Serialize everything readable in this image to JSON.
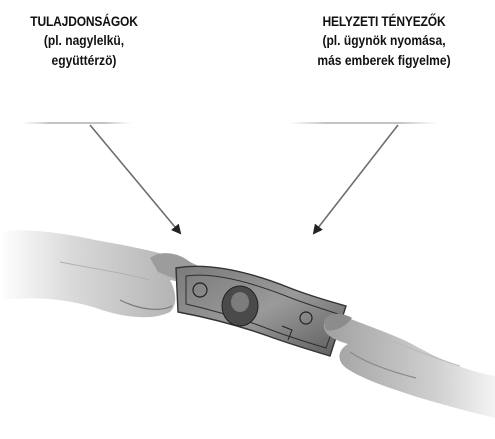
{
  "left_label": {
    "title": "TULAJDONSÁGOK",
    "line2": "(pl. nagylelkü,",
    "line3": "együttérzö)"
  },
  "right_label": {
    "title": "HELYZETI TÉNYEZŐK",
    "line2": "(pl. ügynök nyomása,",
    "line3": "más emberek figyelme)"
  },
  "illustration": {
    "subject": "two-hands-passing-banknote",
    "arrow_color": "#6e6e6e"
  }
}
